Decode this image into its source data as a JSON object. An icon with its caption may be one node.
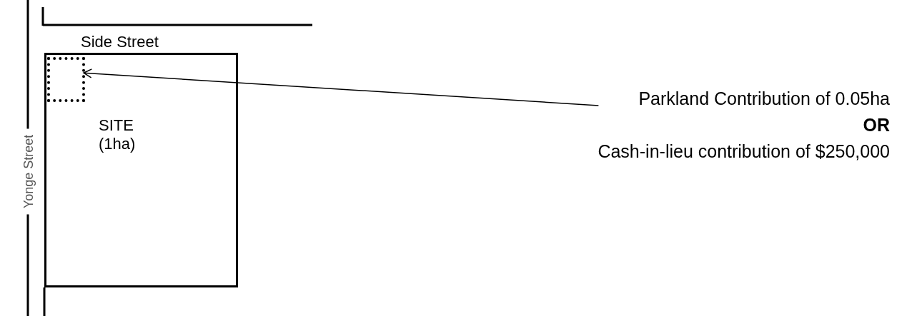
{
  "diagram": {
    "nodes": [
      {
        "text": [
          "SITE (1ha)"
        ]
      },
      {
        "text": [],
        "shape": "box",
        "in": 0
      },
      {
        "text": [
          "Parkland Contribution of 0.05ha",
          "OR",
          "Cash-in-lieu contribution of $250,000"
        ]
      }
    ],
    "edges": [
      {
        "from": 2,
        "to": 1,
        "arrow": "to"
      }
    ],
    "labels": [
      "Side Street",
      "Yonge Street"
    ]
  }
}
